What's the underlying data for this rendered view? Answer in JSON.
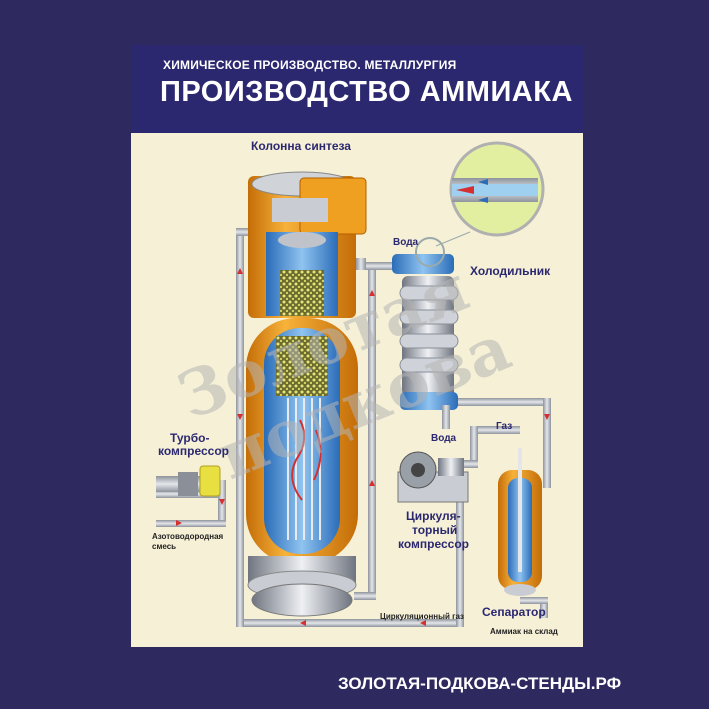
{
  "header": {
    "subtitle": "ХИМИЧЕСКОЕ ПРОИЗВОДСТВО. МЕТАЛЛУРГИЯ",
    "title": "ПРОИЗВОДСТВО АММИАКА"
  },
  "labels": {
    "column": "Колонна синтеза",
    "water_top": "Вода",
    "cooler": "Холодильник",
    "turbo_line1": "Турбо-",
    "turbo_line2": "компрессор",
    "water_bottom": "Вода",
    "gas": "Газ",
    "circ_line1": "Циркуля-",
    "circ_line2": "торный",
    "circ_line3": "компрессор",
    "mixture_line1": "Азотоводородная",
    "mixture_line2": "смесь",
    "separator": "Сепаратор",
    "circ_gas": "Циркуляционный газ",
    "ammonia_out": "Аммиак на склад"
  },
  "watermark": {
    "line1": "Золотая",
    "line2": "подкова"
  },
  "footer": {
    "site": "ЗОЛОТАЯ-ПОДКОВА-СТЕНДЫ.РФ"
  },
  "colors": {
    "background": "#2e2a60",
    "poster": "#f6f0d6",
    "banner": "#2b2870",
    "vessel_orange": "#f0a020",
    "vessel_blue": "#3f8fd8",
    "pipe": "#b8bcc4",
    "catalyst": "#c8c850"
  }
}
